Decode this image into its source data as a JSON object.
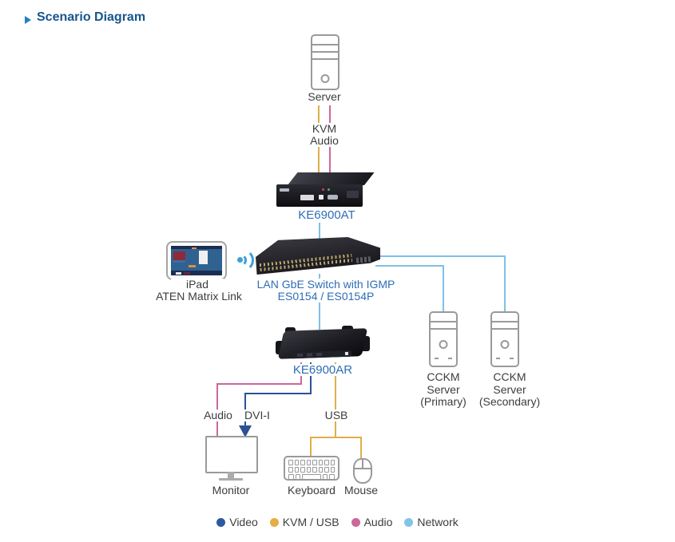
{
  "title": {
    "text": "Scenario Diagram"
  },
  "devices": {
    "server": {
      "label": "Server"
    },
    "ke6900at": {
      "label": "KE6900AT"
    },
    "ipad": {
      "label1": "iPad",
      "label2": "ATEN Matrix Link"
    },
    "switch": {
      "label1": "LAN GbE Switch with IGMP",
      "label2": "ES0154 / ES0154P"
    },
    "ke6900ar": {
      "label": "KE6900AR"
    },
    "cckm_primary": {
      "l1": "CCKM",
      "l2": "Server",
      "l3": "(Primary)"
    },
    "cckm_secondary": {
      "l1": "CCKM",
      "l2": "Server",
      "l3": "(Secondary)"
    },
    "monitor": {
      "label": "Monitor"
    },
    "keyboard": {
      "label": "Keyboard"
    },
    "mouse": {
      "label": "Mouse"
    }
  },
  "cable_labels": {
    "kvm": "KVM",
    "audio_top": "Audio",
    "audio_bottom": "Audio",
    "dvi": "DVI-I",
    "usb": "USB"
  },
  "legend": {
    "items": [
      {
        "label": "Video",
        "color": "#2c5aa0"
      },
      {
        "label": "KVM / USB",
        "color": "#e4ae43"
      },
      {
        "label": "Audio",
        "color": "#cb679a"
      },
      {
        "label": "Network",
        "color": "#82c3e9"
      }
    ]
  },
  "colors": {
    "video": "#2c5096",
    "kvm": "#e0ae4a",
    "audio": "#ca679b",
    "network": "#7ec1e8",
    "label_blue": "#2e6db6",
    "title_blue": "#17568c",
    "accent_blue": "#1d82c4",
    "icon_gray": "#9a9a9a",
    "text_dark": "#3d3d3d",
    "wifi_blue": "#3f9fd8"
  }
}
